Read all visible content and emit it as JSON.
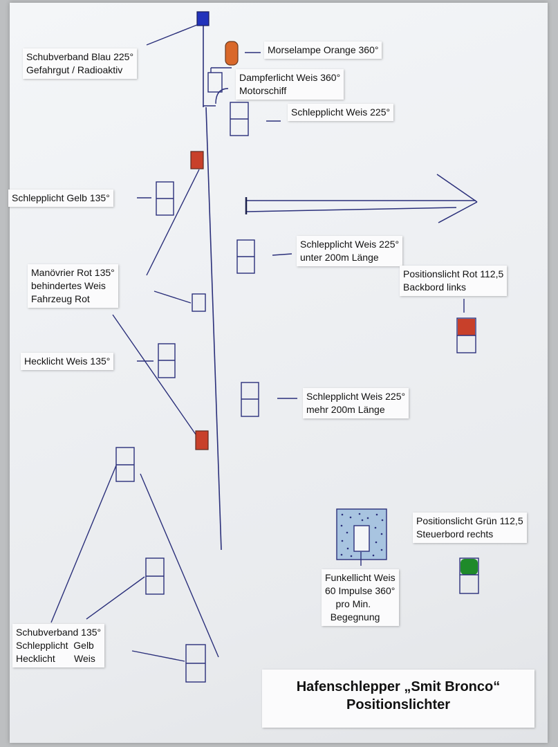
{
  "labels": {
    "schubverband_blau": [
      "Schubverband  Blau 225°",
      "Gefahrgut / Radioaktiv"
    ],
    "morselampe": [
      "Morselampe Orange  360°"
    ],
    "dampferlicht": [
      "Dampferlicht Weis  360°",
      "Motorschiff"
    ],
    "schlepplicht_weis_225_top": [
      "Schlepplicht Weis 225°"
    ],
    "schlepplicht_gelb": [
      "Schlepplicht Gelb 135°"
    ],
    "manoevrier": [
      "Manövrier    Rot  135°",
      "behindertes Weis",
      "Fahrzeug     Rot"
    ],
    "schlepplicht_unter": [
      "Schlepplicht Weis 225°",
      "unter 200m Länge"
    ],
    "positionslicht_rot": [
      "Positionslicht  Rot 112,5",
      "Backbord links"
    ],
    "hecklicht": [
      "Hecklicht Weis 135°"
    ],
    "schlepplicht_mehr": [
      "Schlepplicht Weis 225°",
      "mehr 200m Länge"
    ],
    "positionslicht_gruen": [
      "Positionslicht  Grün 112,5",
      "Steuerbord rechts"
    ],
    "funkellicht": [
      "Funkellicht Weis",
      "60 Impulse 360°",
      "    pro Min.",
      "  Begegnung"
    ],
    "schubverband_135": [
      "Schubverband 135°",
      "Schlepplicht  Gelb",
      "Hecklicht       Weis"
    ]
  },
  "title": [
    "Hafenschlepper  „Smit Bronco“",
    "Positionslichter"
  ],
  "colors": {
    "ink": "#2a2f7a",
    "blue_light": "#2233bb",
    "orange_light": "#d9682a",
    "red_light": "#c8402a",
    "green_light": "#1f8a2a",
    "funkel_fill": "#a8c4e0"
  }
}
